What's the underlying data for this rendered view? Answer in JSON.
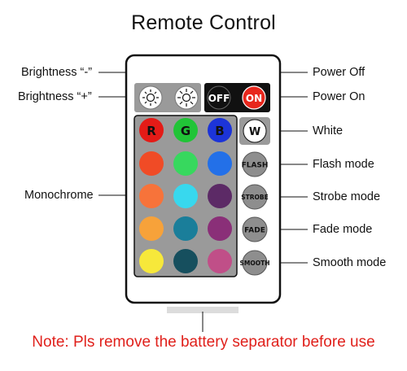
{
  "title": "Remote Control",
  "labels": {
    "brightness_minus": "Brightness “-”",
    "brightness_plus": "Brightness “+”",
    "monochrome": "Monochrome",
    "power_off": "Power Off",
    "power_on": "Power On",
    "white": "White",
    "flash_mode": "Flash mode",
    "strobe_mode": "Strobe mode",
    "fade_mode": "Fade mode",
    "smooth_mode": "Smooth mode"
  },
  "buttons": {
    "off": "OFF",
    "on": "ON",
    "r": "R",
    "g": "G",
    "b": "B",
    "w": "W",
    "flash": "FLASH",
    "strobe": "STROBE",
    "fade": "FADE",
    "smooth": "SMOOTH"
  },
  "color_grid": [
    [
      "#f04b26",
      "#37d85e",
      "#2370e8"
    ],
    [
      "#f7733a",
      "#38d8ee",
      "#5c2a66"
    ],
    [
      "#f7a23a",
      "#1a7e9a",
      "#8a2f78"
    ],
    [
      "#f7e83a",
      "#164f5e",
      "#c04f88"
    ]
  ],
  "colors": {
    "rgb_red": "#e41b17",
    "rgb_green": "#21c437",
    "rgb_blue": "#1c34d8",
    "power_on": "#e8271d",
    "note_text": "#e0201b"
  },
  "note": "Note: Pls remove the battery separator before use"
}
